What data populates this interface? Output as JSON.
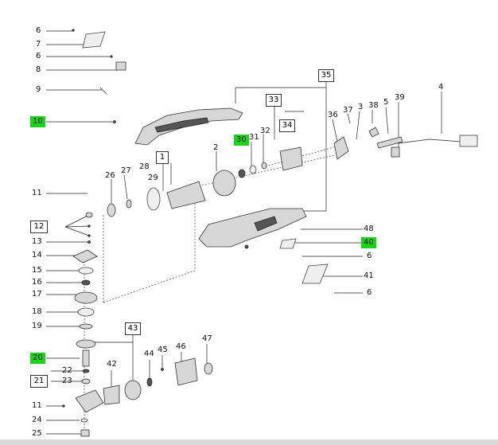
{
  "diagram": {
    "labels": {
      "l6a": "6",
      "l7": "7",
      "l6b": "6",
      "l8": "8",
      "l9": "9",
      "l10": "10",
      "l11a": "11",
      "l12": "12",
      "l13": "13",
      "l14": "14",
      "l15": "15",
      "l16": "16",
      "l17": "17",
      "l18": "18",
      "l19": "19",
      "l20": "20",
      "l22": "22",
      "l21": "21",
      "l23": "23",
      "l11b": "11",
      "l24": "24",
      "l25": "25",
      "l26": "26",
      "l27": "27",
      "l28": "28",
      "l29": "29",
      "l1": "1",
      "l2": "2",
      "l30": "30",
      "l31": "31",
      "l32": "32",
      "l33": "33",
      "l34": "34",
      "l35": "35",
      "l36": "36",
      "l37": "37",
      "l3": "3",
      "l38": "38",
      "l5": "5",
      "l39": "39",
      "l4": "4",
      "l48": "48",
      "l40": "40",
      "l6c": "6",
      "l41": "41",
      "l6d": "6",
      "l42": "42",
      "l43": "43",
      "l44": "44",
      "l45": "45",
      "l46": "46",
      "l47": "47"
    },
    "highlight_color": "#1bd31b"
  }
}
